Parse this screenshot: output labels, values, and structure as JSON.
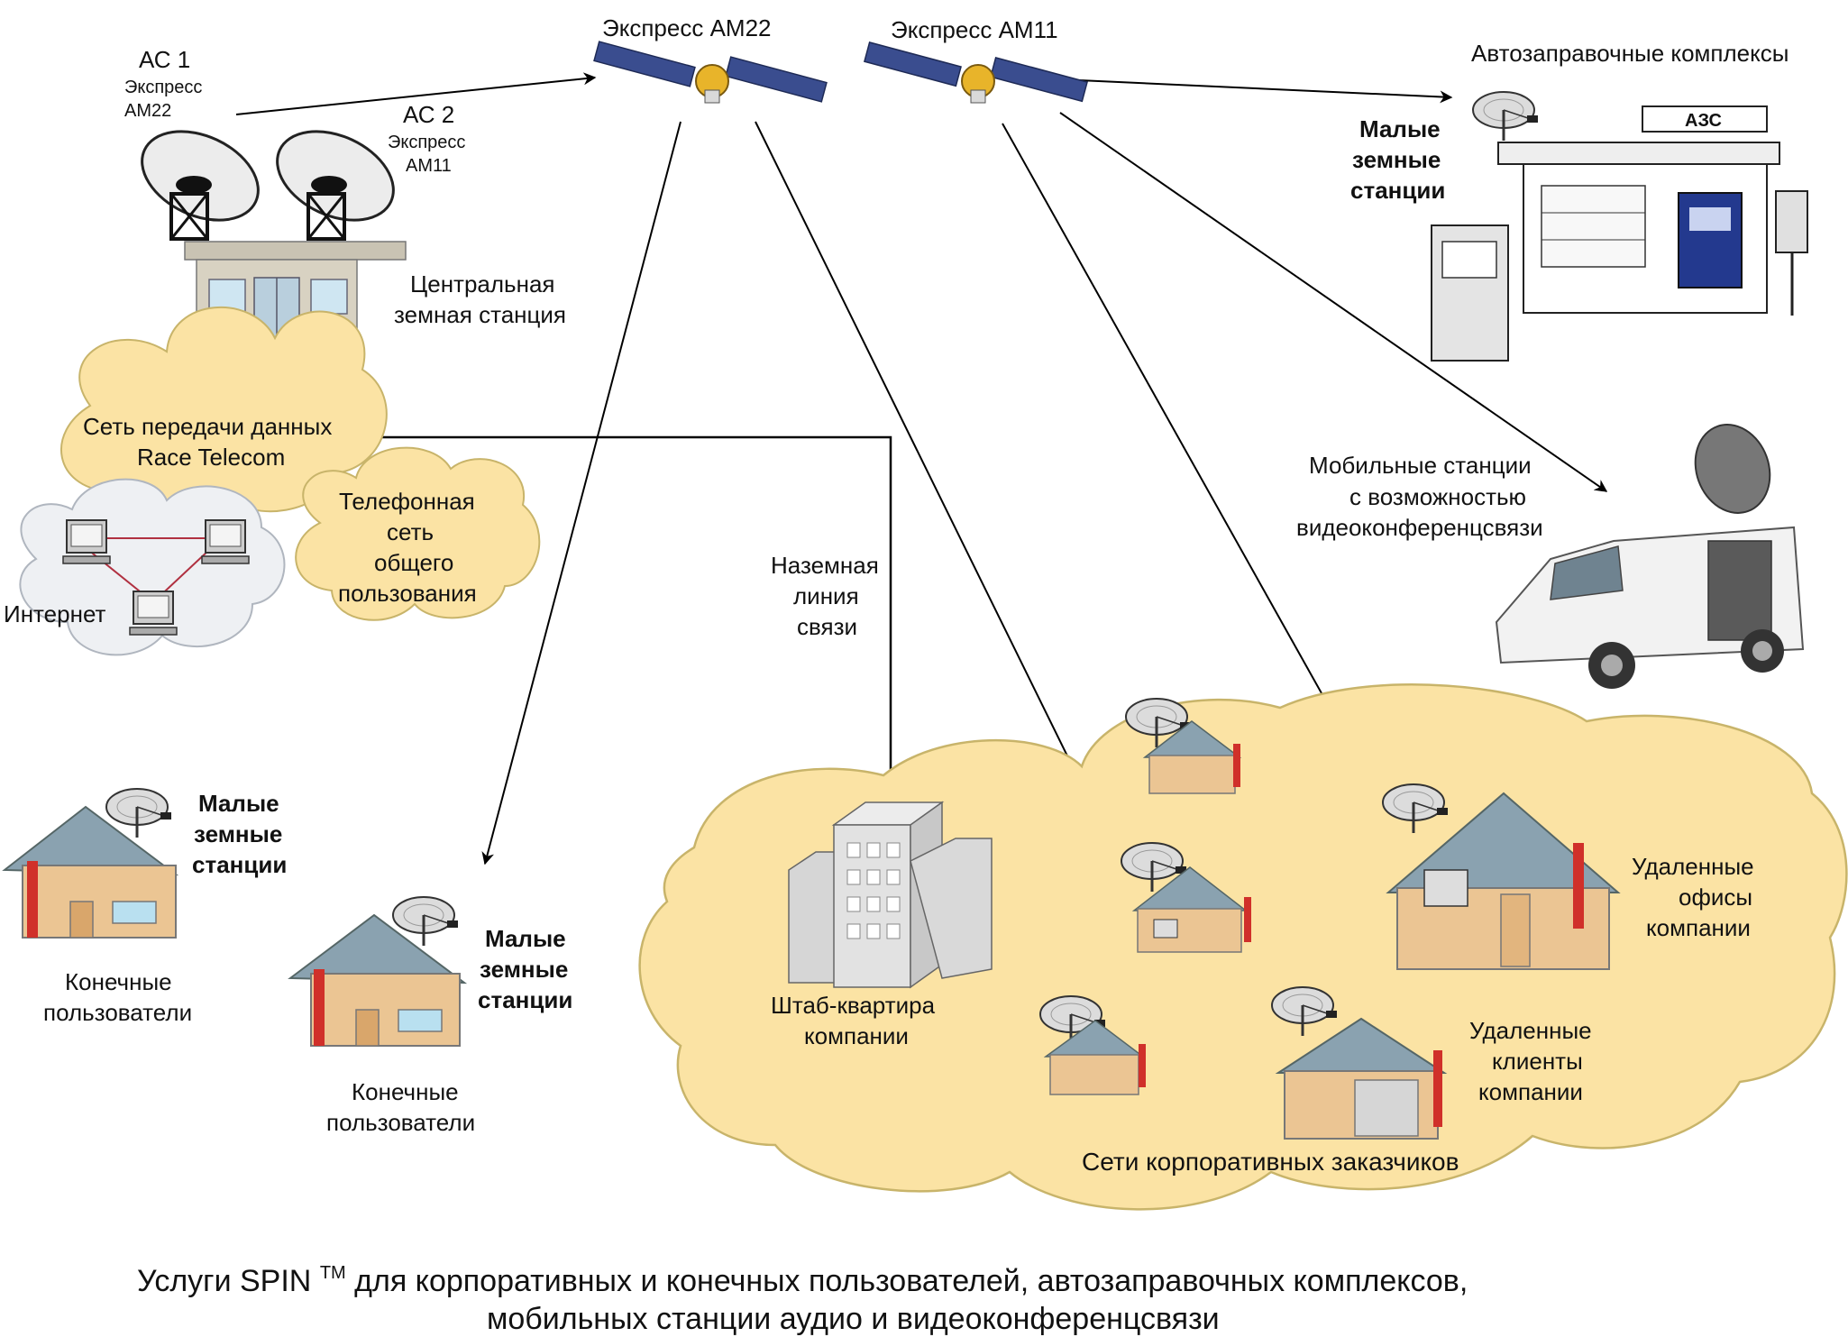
{
  "satellites": {
    "am22": {
      "label": "Экспресс АМ22"
    },
    "am11": {
      "label": "Экспресс АМ11"
    }
  },
  "ground_station": {
    "as1": {
      "label": "АС 1",
      "sub1": "Экспресс",
      "sub2": "АМ22"
    },
    "as2": {
      "label": "АС 2",
      "sub1": "Экспресс",
      "sub2": "АМ11"
    },
    "central": {
      "line1": "Центральная",
      "line2": "земная станция"
    }
  },
  "networks": {
    "race": {
      "line1": "Сеть передачи данных",
      "line2": "Race Telecom"
    },
    "phone": {
      "line1": "Телефонная",
      "line2": "сеть",
      "line3": "общего",
      "line4": "пользования"
    },
    "internet": {
      "label": "Интернет"
    }
  },
  "ground_line": {
    "line1": "Наземная",
    "line2": "линия",
    "line3": "связи"
  },
  "gas_station": {
    "title": "Автозаправочные комплексы",
    "sign": "АЗС",
    "vsat": {
      "line1": "Малые",
      "line2": "земные",
      "line3": "станции"
    }
  },
  "mobile": {
    "line1": "Мобильные станции",
    "line2": "с возможностью",
    "line3": "видеоконференцсвязи"
  },
  "end_users": {
    "left": {
      "vsat1": "Малые",
      "vsat2": "земные",
      "vsat3": "станции",
      "line1": "Конечные",
      "line2": "пользователи"
    },
    "right": {
      "vsat1": "Малые",
      "vsat2": "земные",
      "vsat3": "станции",
      "line1": "Конечные",
      "line2": "пользователи"
    }
  },
  "corporate": {
    "hq": {
      "line1": "Штаб-квартира",
      "line2": "компании"
    },
    "offices": {
      "line1": "Удаленные",
      "line2": "офисы",
      "line3": "компании"
    },
    "clients": {
      "line1": "Удаленные",
      "line2": "клиенты",
      "line3": "компании"
    },
    "network": "Сети корпоративных заказчиков"
  },
  "caption": {
    "line1_pre": "Услуги SPIN ",
    "tm": "TM",
    "line1_post": " для корпоративных и конечных пользователей, автозаправочных комплексов,",
    "line2": "мобильных станции аудио и видеоконференцсвязи"
  },
  "colors": {
    "cloud_fill": "#fbe3a4",
    "cloud_stroke": "#c8b46a",
    "internet_fill": "#eef0f3",
    "house_wall": "#ebc593",
    "house_roof": "#8aa2b0",
    "chimney": "#d0302a"
  }
}
